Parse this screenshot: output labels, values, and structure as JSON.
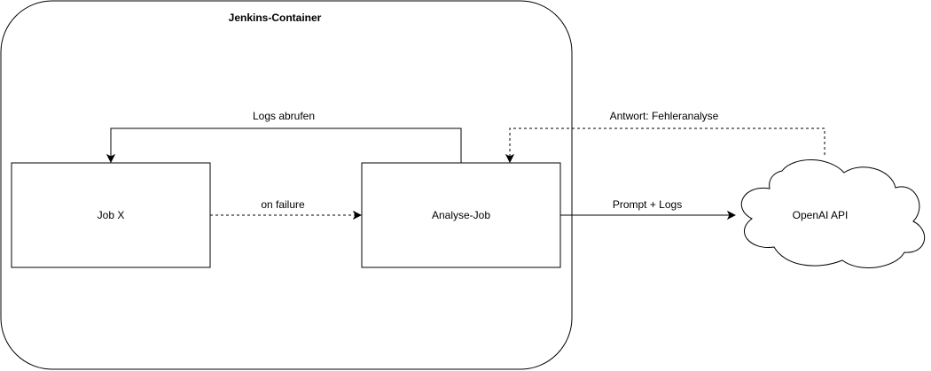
{
  "container": {
    "title": "Jenkins-Container"
  },
  "nodes": {
    "job_x": "Job X",
    "analyse_job": "Analyse-Job",
    "openai_api": "OpenAI API"
  },
  "edges": {
    "logs_abrufen": "Logs abrufen",
    "on_failure": "on failure",
    "prompt_logs": "Prompt + Logs",
    "antwort": "Antwort: Fehleranalyse"
  },
  "colors": {
    "stroke": "#000000",
    "fill": "#ffffff",
    "text": "#000000"
  }
}
